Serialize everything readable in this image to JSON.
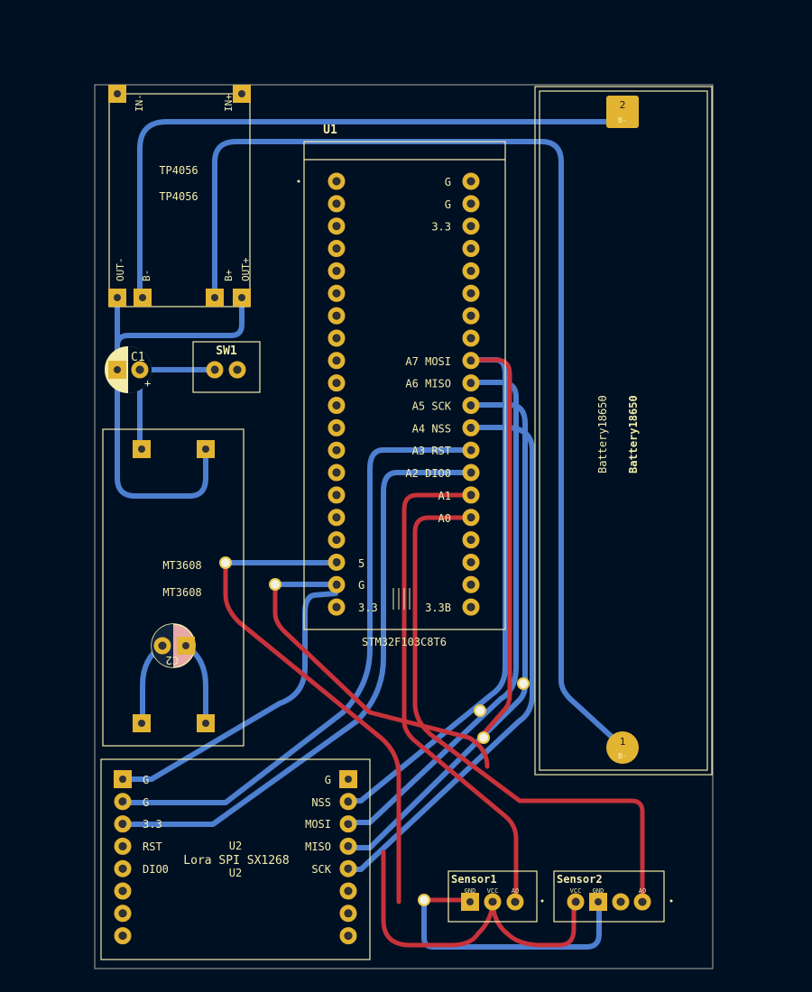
{
  "board": {
    "tp4056": {
      "ref": "TP4056",
      "value": "TP4056",
      "pins": [
        "IN-",
        "IN+",
        "OUT-",
        "B-",
        "B+",
        "OUT+"
      ]
    },
    "u1": {
      "ref": "U1",
      "value": "STM32F103C8T6",
      "right_pins": [
        "G",
        "G",
        "3.3",
        "",
        "",
        "",
        "",
        "",
        "A7 MOSI",
        "A6 MISO",
        "A5 SCK",
        "A4 NSS",
        "A3 RST",
        "A2 DIO0",
        "A1",
        "A0",
        "",
        "",
        "",
        "3.3B"
      ],
      "left_pins": [
        "5",
        "G",
        "3.3"
      ]
    },
    "sw1": {
      "ref": "SW1"
    },
    "c1": {
      "ref": "C1",
      "plus": "+"
    },
    "c2": {
      "ref": "C2"
    },
    "mt3608": {
      "ref": "MT3608",
      "value": "MT3608"
    },
    "battery": {
      "ref": "Battery18650",
      "value": "Battery18650",
      "pin1": "1",
      "pin1_label": "B-",
      "pin2": "2",
      "pin2_label": "B-"
    },
    "lora": {
      "ref": "U2",
      "value": "Lora SPI SX1268",
      "left_pins": [
        "G",
        "G",
        "3.3",
        "RST",
        "DIO0"
      ],
      "right_pins": [
        "G",
        "NSS",
        "MOSI",
        "MISO",
        "SCK"
      ]
    },
    "sensor1": {
      "ref": "Sensor1",
      "pins": [
        "GND",
        "VCC",
        "AO"
      ]
    },
    "sensor2": {
      "ref": "Sensor2",
      "pins": [
        "VCC",
        "GND",
        "AO"
      ]
    }
  },
  "colors": {
    "background": "#001023",
    "silkscreen": "#f2eca8",
    "pad": "#e3b431",
    "back_copper": "#4d7fd0",
    "front_copper": "#c8323a"
  }
}
